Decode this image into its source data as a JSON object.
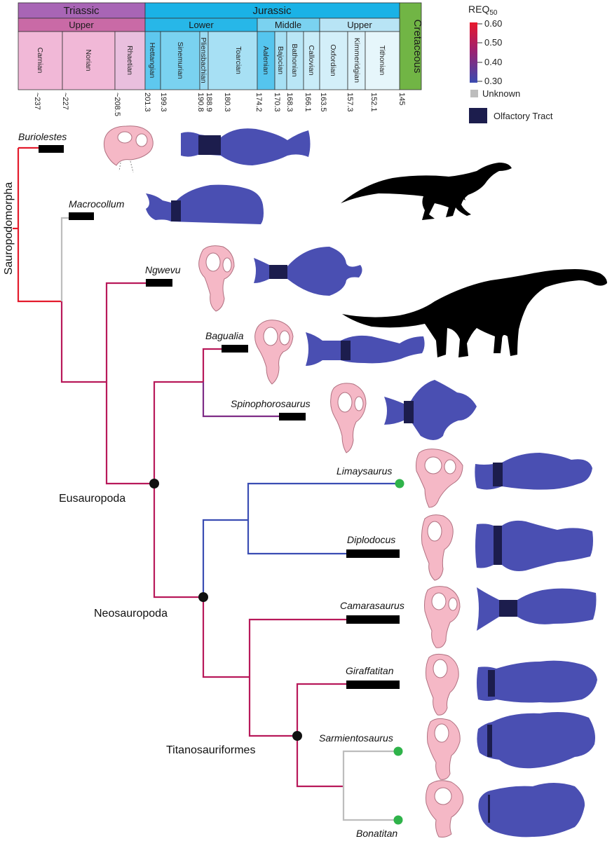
{
  "timescale": {
    "periods": [
      {
        "name": "Triassic",
        "color": "#a865b5"
      },
      {
        "name": "Jurassic",
        "color": "#1ab2e6"
      },
      {
        "name": "Cretaceous",
        "color": "#71b545"
      }
    ],
    "epochs": [
      {
        "name": "Upper",
        "color": "#c96aa6"
      },
      {
        "name": "Lower",
        "color": "#27b7e8"
      },
      {
        "name": "Middle",
        "color": "#7ad2f0"
      },
      {
        "name": "Upper",
        "color": "#b8e4f5"
      }
    ],
    "stages": [
      {
        "name": "Carnian",
        "color": "#f1b8d7"
      },
      {
        "name": "Norian",
        "color": "#f1b8d7"
      },
      {
        "name": "Rhaetian",
        "color": "#e9bfde"
      },
      {
        "name": "Hettangian",
        "color": "#5ec8ef"
      },
      {
        "name": "Sinemurian",
        "color": "#7ad2f0"
      },
      {
        "name": "Pliensbachian",
        "color": "#9adbf3"
      },
      {
        "name": "Toarcian",
        "color": "#a7e0f4"
      },
      {
        "name": "Aalenian",
        "color": "#55c5ee"
      },
      {
        "name": "Bajocian",
        "color": "#a7e0f4"
      },
      {
        "name": "Bathonian",
        "color": "#b9e6f6"
      },
      {
        "name": "Callovian",
        "color": "#c9ecf8"
      },
      {
        "name": "Oxfordian",
        "color": "#d3eff9"
      },
      {
        "name": "Kimmeridgian",
        "color": "#dcf2fa"
      },
      {
        "name": "Tithonian",
        "color": "#e6f6fb"
      }
    ],
    "ages": [
      "~237",
      "~227",
      "~208.5",
      "201.3",
      "199.3",
      "190.8",
      "188.9",
      "180.3",
      "174.2",
      "170.3",
      "168.3",
      "166.1",
      "163.5",
      "157.3",
      "152.1",
      "145"
    ]
  },
  "legend": {
    "title": "REQ",
    "title_sub": "50",
    "ticks": [
      "0.60",
      "0.50",
      "0.40",
      "0.30"
    ],
    "colormap": {
      "high": "#e8192c",
      "mid": "#a0206e",
      "low": "#3a4bb0"
    },
    "unknown_label": "Unknown",
    "unknown_color": "#bdbdbd",
    "olfactory_label": "Olfactory Tract",
    "olfactory_color": "#1c1d4d"
  },
  "taxa": [
    "Buriolestes",
    "Macrocollum",
    "Ngwevu",
    "Bagualia",
    "Spinophorosaurus",
    "Limaysaurus",
    "Diplodocus",
    "Camarasaurus",
    "Giraffatitan",
    "Sarmientosaurus",
    "Bonatitan"
  ],
  "clades": [
    "Sauropodomorpha",
    "Eusauropoda",
    "Neosauropoda",
    "Titanosauriformes"
  ],
  "colors": {
    "branch_red": "#e31b2c",
    "branch_crimson": "#b8195a",
    "branch_purple": "#7e2c86",
    "branch_blue": "#3a4db3",
    "branch_gray": "#bdbdbd",
    "endocast": "#4a4fb2",
    "skull_fill": "#f5b8c6",
    "skull_stroke": "#b07080",
    "node": "#111111",
    "green_tip": "#2fb34a",
    "silhouette": "#000000"
  }
}
